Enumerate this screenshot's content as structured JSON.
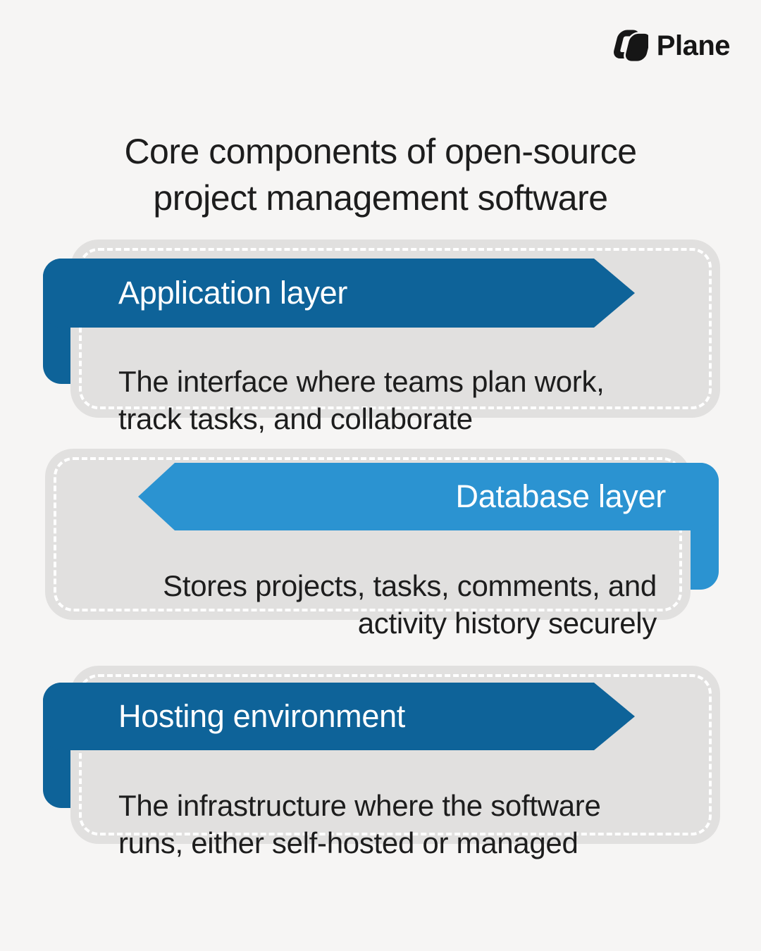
{
  "brand": {
    "name": "Plane"
  },
  "title": "Core components of open-source\nproject management software",
  "colors": {
    "background": "#f6f5f4",
    "card_background": "#e1e0df",
    "dashed_border": "#ffffff",
    "dark_blue": "#0e6399",
    "light_blue": "#2b93d1",
    "text": "#1d1d1d",
    "ribbon_text": "#ffffff",
    "logo": "#161616"
  },
  "cards": [
    {
      "label": "Application layer",
      "description": "The interface where teams plan work,\ntrack tasks, and collaborate",
      "accent": "#0e6399",
      "ribbon_direction": "right",
      "text_align": "left"
    },
    {
      "label": "Database layer",
      "description": "Stores projects, tasks, comments, and\nactivity history securely",
      "accent": "#2b93d1",
      "ribbon_direction": "left",
      "text_align": "right"
    },
    {
      "label": "Hosting environment",
      "description": "The infrastructure where the software\nruns, either self-hosted or managed",
      "accent": "#0e6399",
      "ribbon_direction": "right",
      "text_align": "left"
    }
  ]
}
